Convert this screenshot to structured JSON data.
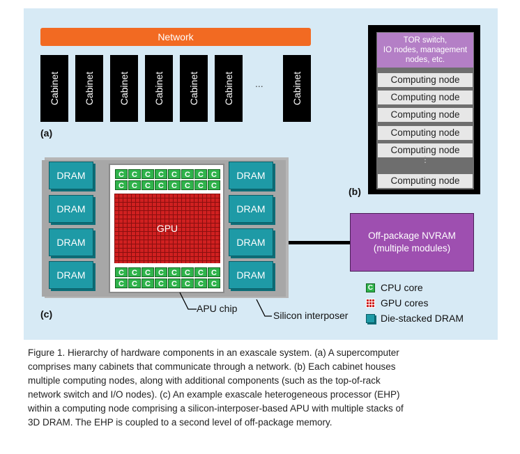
{
  "network_label": "Network",
  "cabinet_label": "Cabinet",
  "ellipsis": "...",
  "panel_labels": {
    "a": "(a)",
    "b": "(b)",
    "c": "(c)"
  },
  "rack": {
    "tor_lines": [
      "TOR switch,",
      "IO nodes, management",
      "nodes, etc."
    ],
    "node_label": "Computing node",
    "vertical_dots": "⋮"
  },
  "chip": {
    "dram_label": "DRAM",
    "cpu_core_letter": "C",
    "gpu_label": "GPU",
    "apu_label": "APU chip",
    "interposer_label": "Silicon interposer"
  },
  "nvram_lines": [
    "Off-package NVRAM",
    "(multiple modules)"
  ],
  "legend": {
    "cpu": "CPU core",
    "gpu": "GPU cores",
    "dram": "Die-stacked DRAM",
    "colors": {
      "cpu": "#2fb34b",
      "gpu": "#d02020",
      "dram": "#1e9aa6"
    }
  },
  "caption_lines": [
    "Figure 1. Hierarchy of hardware components in an exascale system. (a) A supercomputer",
    "comprises many cabinets that communicate through a network. (b) Each cabinet houses",
    "multiple computing nodes, along with additional components (such as the top-of-rack",
    "network switch and I/O nodes). (c) An example exascale heterogeneous processor (EHP)",
    "within a computing node comprising a silicon-interposer-based APU with multiple stacks of",
    "3D DRAM. The EHP is coupled to a second level of off-package memory."
  ]
}
